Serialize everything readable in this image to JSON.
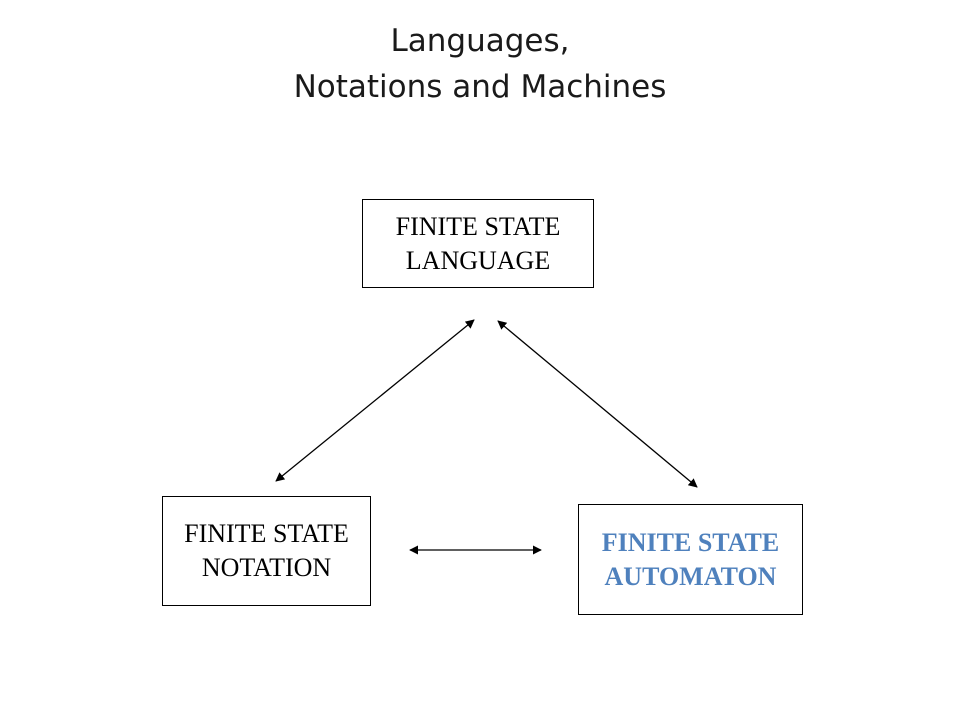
{
  "title": {
    "line1": "Languages,",
    "line2": "Notations and Machines"
  },
  "nodes": {
    "language": {
      "line1": "FINITE STATE",
      "line2": "LANGUAGE"
    },
    "notation": {
      "line1": "FINITE STATE",
      "line2": "NOTATION"
    },
    "automaton": {
      "line1": "FINITE STATE",
      "line2": "AUTOMATON"
    }
  },
  "colors": {
    "automaton_text": "#4f81bd",
    "arrow": "#000000"
  },
  "edges": [
    {
      "from": "notation",
      "to": "language",
      "direction": "bidirectional"
    },
    {
      "from": "language",
      "to": "automaton",
      "direction": "bidirectional"
    },
    {
      "from": "notation",
      "to": "automaton",
      "direction": "bidirectional"
    }
  ]
}
